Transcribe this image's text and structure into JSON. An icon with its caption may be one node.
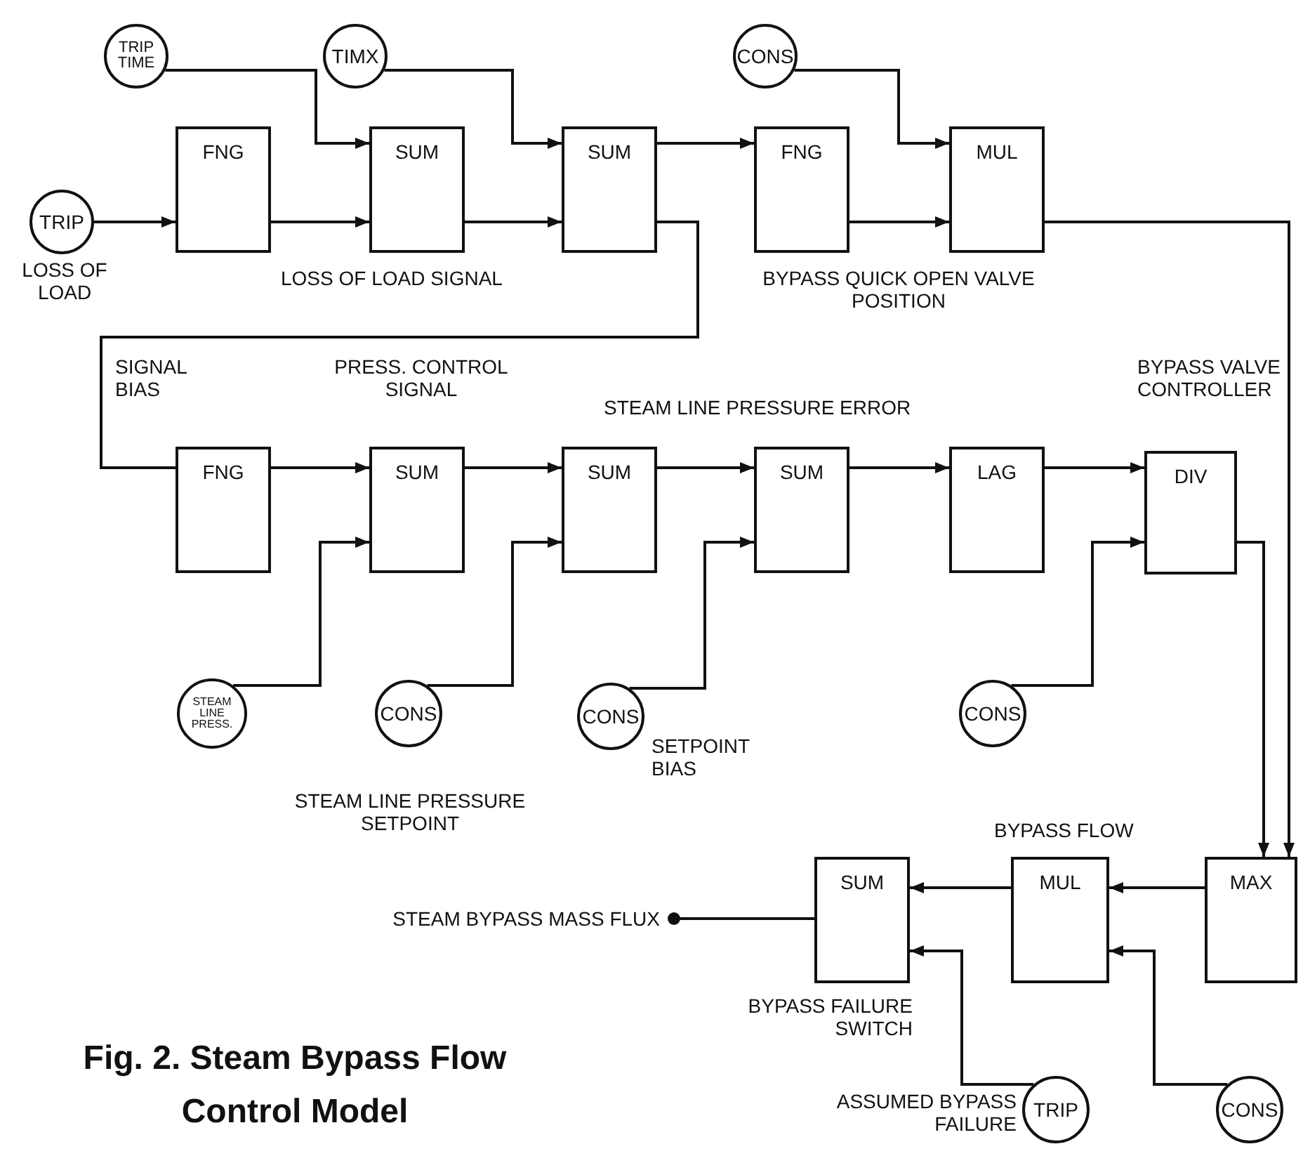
{
  "diagram": {
    "caption": "Fig. 2. Steam Bypass Flow Control Model",
    "nodes": [
      {
        "text": [
          "TRIP TIME"
        ]
      },
      {
        "text": [
          "TIMX"
        ]
      },
      {
        "text": [
          "CONS"
        ]
      },
      {
        "text": [
          "TRIP"
        ],
        "beside": [
          "LOSS OF LOAD"
        ]
      },
      {
        "text": [
          "FNG"
        ]
      },
      {
        "text": [
          "SUM"
        ]
      },
      {
        "text": [
          "SUM"
        ]
      },
      {
        "text": [
          "FNG"
        ]
      },
      {
        "text": [
          "MUL"
        ]
      },
      {
        "text": [
          "FNG"
        ]
      },
      {
        "text": [
          "SUM"
        ]
      },
      {
        "text": [
          "SUM"
        ]
      },
      {
        "text": [
          "SUM"
        ]
      },
      {
        "text": [
          "LAG"
        ]
      },
      {
        "text": [
          "DIV"
        ]
      },
      {
        "text": [
          "STEAM LINE PRESS."
        ]
      },
      {
        "text": [
          "CONS"
        ],
        "beside": [
          "STEAM LINE PRESSURE SETPOINT"
        ]
      },
      {
        "text": [
          "CONS"
        ],
        "beside": [
          "SETPOINT BIAS"
        ]
      },
      {
        "text": [
          "CONS"
        ]
      },
      {
        "text": [
          "STEAM BYPASS MASS FLUX"
        ]
      },
      {
        "text": [
          "SUM"
        ],
        "beside": [
          "BYPASS FAILURE SWITCH"
        ]
      },
      {
        "text": [
          "MUL"
        ]
      },
      {
        "text": [
          "MAX"
        ]
      },
      {
        "text": [
          "TRIP"
        ],
        "beside": [
          "ASSUMED BYPASS FAILURE"
        ]
      },
      {
        "text": [
          "CONS"
        ]
      }
    ],
    "edges": [
      {
        "from": 3,
        "to": 4,
        "arrow": "to"
      },
      {
        "from": 0,
        "to": 5,
        "arrow": "to"
      },
      {
        "from": 4,
        "to": 5,
        "arrow": "to"
      },
      {
        "from": 1,
        "to": 6,
        "arrow": "to"
      },
      {
        "from": 5,
        "to": 6,
        "arrow": "to"
      },
      {
        "from": 6,
        "to": 7,
        "arrow": "to"
      },
      {
        "from": 2,
        "to": 8,
        "arrow": "to"
      },
      {
        "from": 7,
        "to": 8,
        "arrow": "to"
      },
      {
        "from": 8,
        "to": 22,
        "arrow": "to"
      },
      {
        "from": 6,
        "to": 9,
        "arrow": "none"
      },
      {
        "from": 9,
        "to": 10,
        "arrow": "to"
      },
      {
        "from": 15,
        "to": 10,
        "arrow": "to"
      },
      {
        "from": 10,
        "to": 11,
        "arrow": "to"
      },
      {
        "from": 16,
        "to": 11,
        "arrow": "to"
      },
      {
        "from": 11,
        "to": 12,
        "arrow": "to"
      },
      {
        "from": 17,
        "to": 12,
        "arrow": "to"
      },
      {
        "from": 12,
        "to": 13,
        "arrow": "to"
      },
      {
        "from": 13,
        "to": 14,
        "arrow": "to"
      },
      {
        "from": 18,
        "to": 14,
        "arrow": "to"
      },
      {
        "from": 14,
        "to": 22,
        "arrow": "to"
      },
      {
        "from": 22,
        "to": 21,
        "arrow": "to"
      },
      {
        "from": 21,
        "to": 20,
        "arrow": "to"
      },
      {
        "from": 24,
        "to": 21,
        "arrow": "to"
      },
      {
        "from": 23,
        "to": 20,
        "arrow": "to"
      },
      {
        "from": 20,
        "to": 19,
        "arrow": "other"
      }
    ],
    "labels": [
      "LOSS OF LOAD SIGNAL",
      "BYPASS QUICK OPEN VALVE POSITION",
      "SIGNAL BIAS",
      "PRESS. CONTROL SIGNAL",
      "STEAM LINE PRESSURE ERROR",
      "BYPASS VALVE CONTROLLER",
      "BYPASS FLOW"
    ]
  }
}
